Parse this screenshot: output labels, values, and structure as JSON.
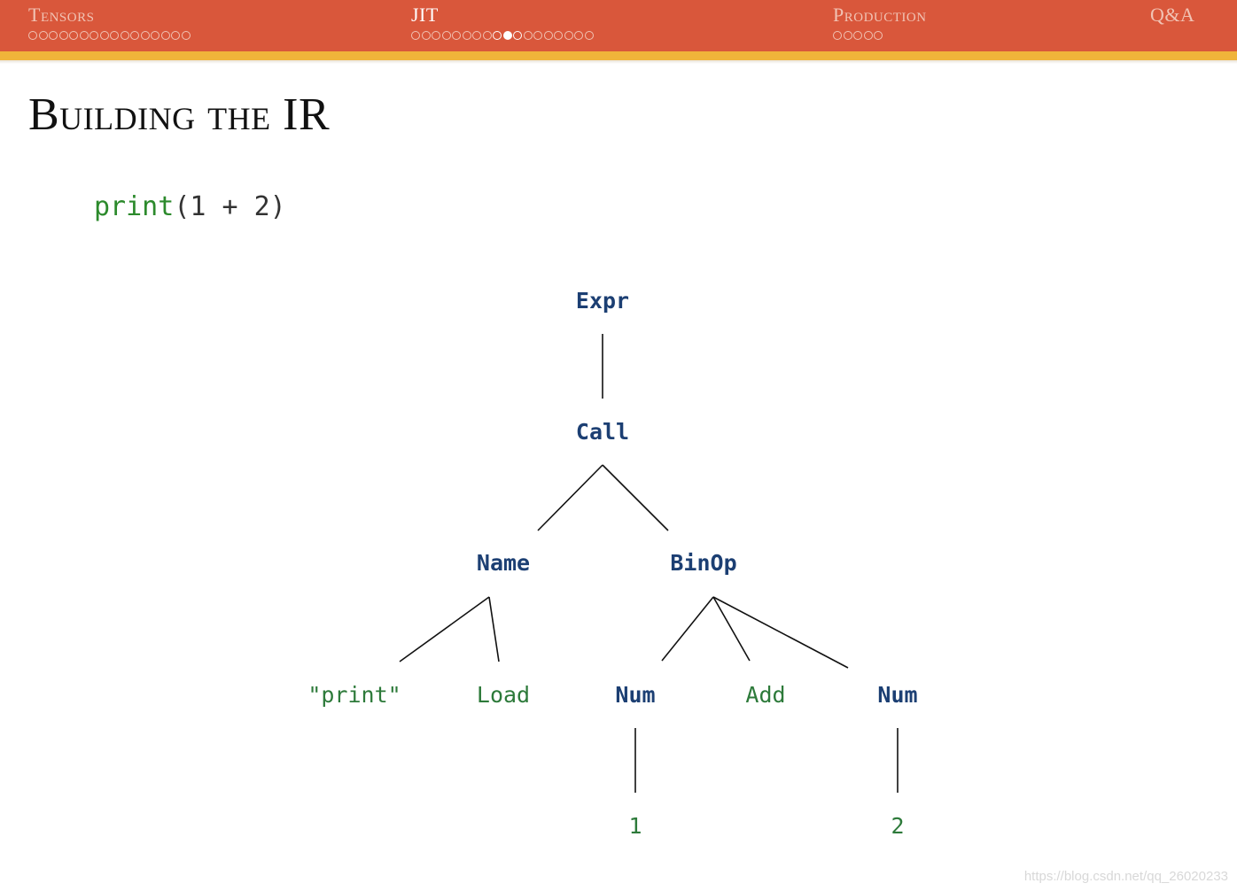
{
  "nav": {
    "sections": [
      {
        "title": "Tensors",
        "dot_count": 16,
        "current_dot": null,
        "active": false
      },
      {
        "title": "JIT",
        "dot_count": 18,
        "current_dot": 9,
        "active": true
      },
      {
        "title": "Production",
        "dot_count": 5,
        "current_dot": null,
        "active": false
      },
      {
        "title": "Q&A",
        "dot_count": 0,
        "current_dot": null,
        "active": false
      }
    ]
  },
  "slide": {
    "title": "Building the IR",
    "code": {
      "fn": "print",
      "args": "(1 + 2)"
    }
  },
  "tree": {
    "colors": {
      "node": "#1c3f73",
      "leaf": "#2d7a3a",
      "edge": "#111111"
    },
    "nodes": [
      {
        "id": "expr",
        "label": "Expr",
        "kind": "node"
      },
      {
        "id": "call",
        "label": "Call",
        "kind": "node"
      },
      {
        "id": "name",
        "label": "Name",
        "kind": "node"
      },
      {
        "id": "binop",
        "label": "BinOp",
        "kind": "node"
      },
      {
        "id": "print",
        "label": "\"print\"",
        "kind": "leaf"
      },
      {
        "id": "load",
        "label": "Load",
        "kind": "leaf"
      },
      {
        "id": "num1",
        "label": "Num",
        "kind": "node"
      },
      {
        "id": "add",
        "label": "Add",
        "kind": "leaf"
      },
      {
        "id": "num2",
        "label": "Num",
        "kind": "node"
      },
      {
        "id": "one",
        "label": "1",
        "kind": "leaf"
      },
      {
        "id": "two",
        "label": "2",
        "kind": "leaf"
      }
    ],
    "edges": [
      [
        "expr",
        "call"
      ],
      [
        "call",
        "name"
      ],
      [
        "call",
        "binop"
      ],
      [
        "name",
        "print"
      ],
      [
        "name",
        "load"
      ],
      [
        "binop",
        "num1"
      ],
      [
        "binop",
        "add"
      ],
      [
        "binop",
        "num2"
      ],
      [
        "num1",
        "one"
      ],
      [
        "num2",
        "two"
      ]
    ]
  },
  "watermark": "https://blog.csdn.net/qq_26020233"
}
